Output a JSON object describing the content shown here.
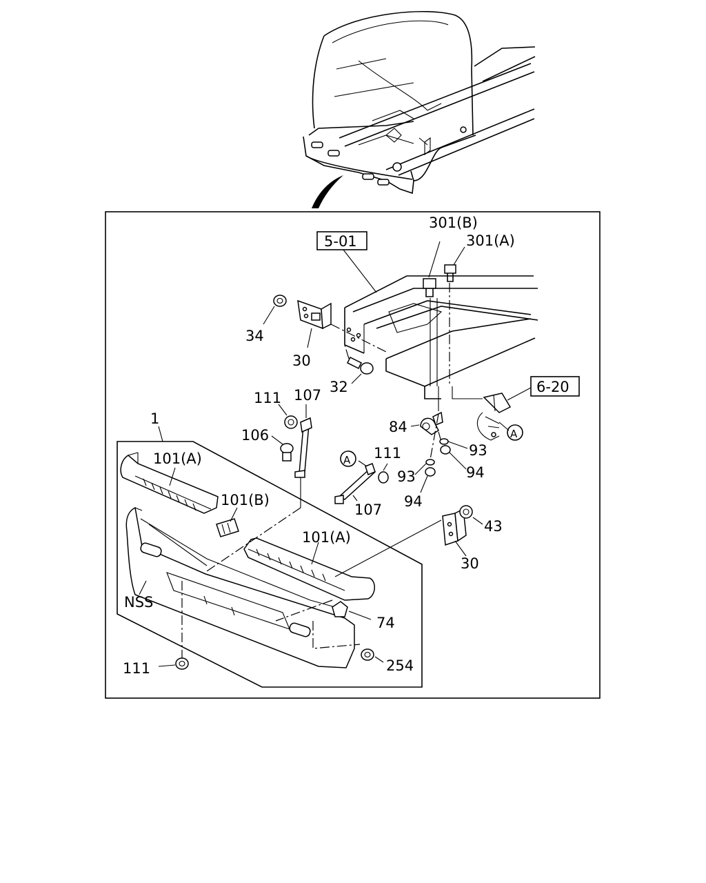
{
  "callouts": {
    "ref_5_01": "5-01",
    "ref_6_20": "6-20",
    "p301b": "301(B)",
    "p301a": "301(A)",
    "p34": "34",
    "p30_top": "30",
    "p32": "32",
    "p111_top": "111",
    "p107_top": "107",
    "p1": "1",
    "p106": "106",
    "p84": "84",
    "p93_right": "93",
    "p94_right": "94",
    "p111_mid": "111",
    "p93_mid": "93",
    "p94_mid": "94",
    "p107_mid": "107",
    "p101a_left": "101(A)",
    "p101b": "101(B)",
    "p101a_right": "101(A)",
    "p43": "43",
    "p30_right": "30",
    "nss": "NSS",
    "p74": "74",
    "p111_bottom": "111",
    "p254": "254",
    "circle_a_left": "A",
    "circle_a_right": "A"
  },
  "icons": [
    "truck-cab-icon",
    "bumper-icon",
    "frame-rail-icon",
    "bolt-icon",
    "nut-icon",
    "bracket-icon",
    "stay-icon",
    "clip-icon"
  ]
}
